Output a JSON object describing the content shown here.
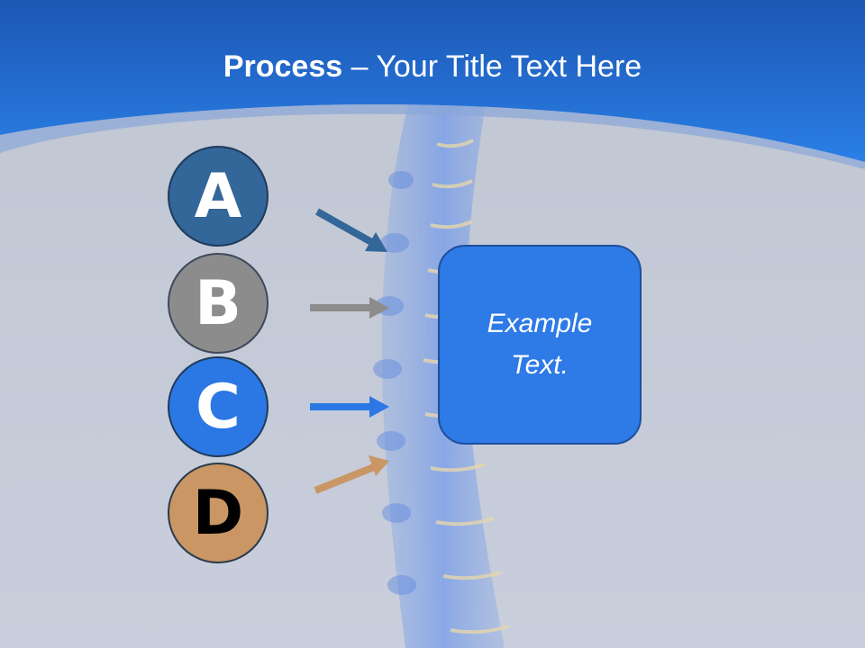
{
  "slide": {
    "title_bold": "Process",
    "title_rest": " – Your Title Text Here"
  },
  "steps": [
    {
      "letter": "A",
      "color": "#336699"
    },
    {
      "letter": "B",
      "color": "#8c8c8c"
    },
    {
      "letter": "C",
      "color": "#2b78e4"
    },
    {
      "letter": "D",
      "color": "#c99664"
    }
  ],
  "result_box": {
    "line1": "Example",
    "line2": "Text."
  },
  "colors": {
    "header_blue": "#2472d9",
    "background": "#c4cad6",
    "box_blue": "#2e7ae6"
  }
}
